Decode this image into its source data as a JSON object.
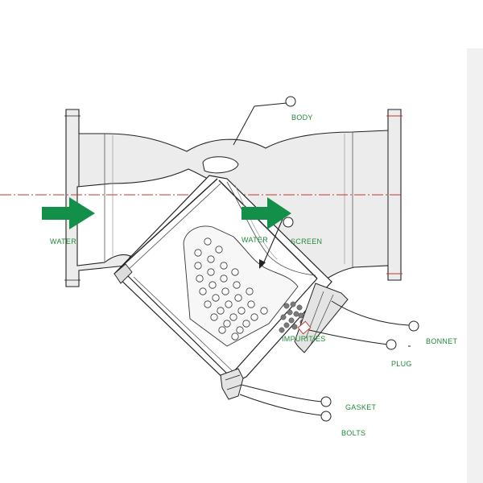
{
  "colors": {
    "label": "#1f8a3a",
    "arrow": "#12904a",
    "line": "#222222",
    "body_fill": "#ececec",
    "centerline": "#c0392b",
    "impurity": "#7a7a7a"
  },
  "labels": {
    "body": "BODY",
    "screen": "SCREEN",
    "water_inlet": "WATER",
    "water_flow": "WATER",
    "impurities": "IMPURITIES",
    "bonnet": "BONNET",
    "plug": "PLUG",
    "gasket": "GASKET",
    "bolts": "BOLTS"
  },
  "icons": {
    "flow_arrow": "right-arrow-icon",
    "callout": "circle-marker-icon"
  }
}
